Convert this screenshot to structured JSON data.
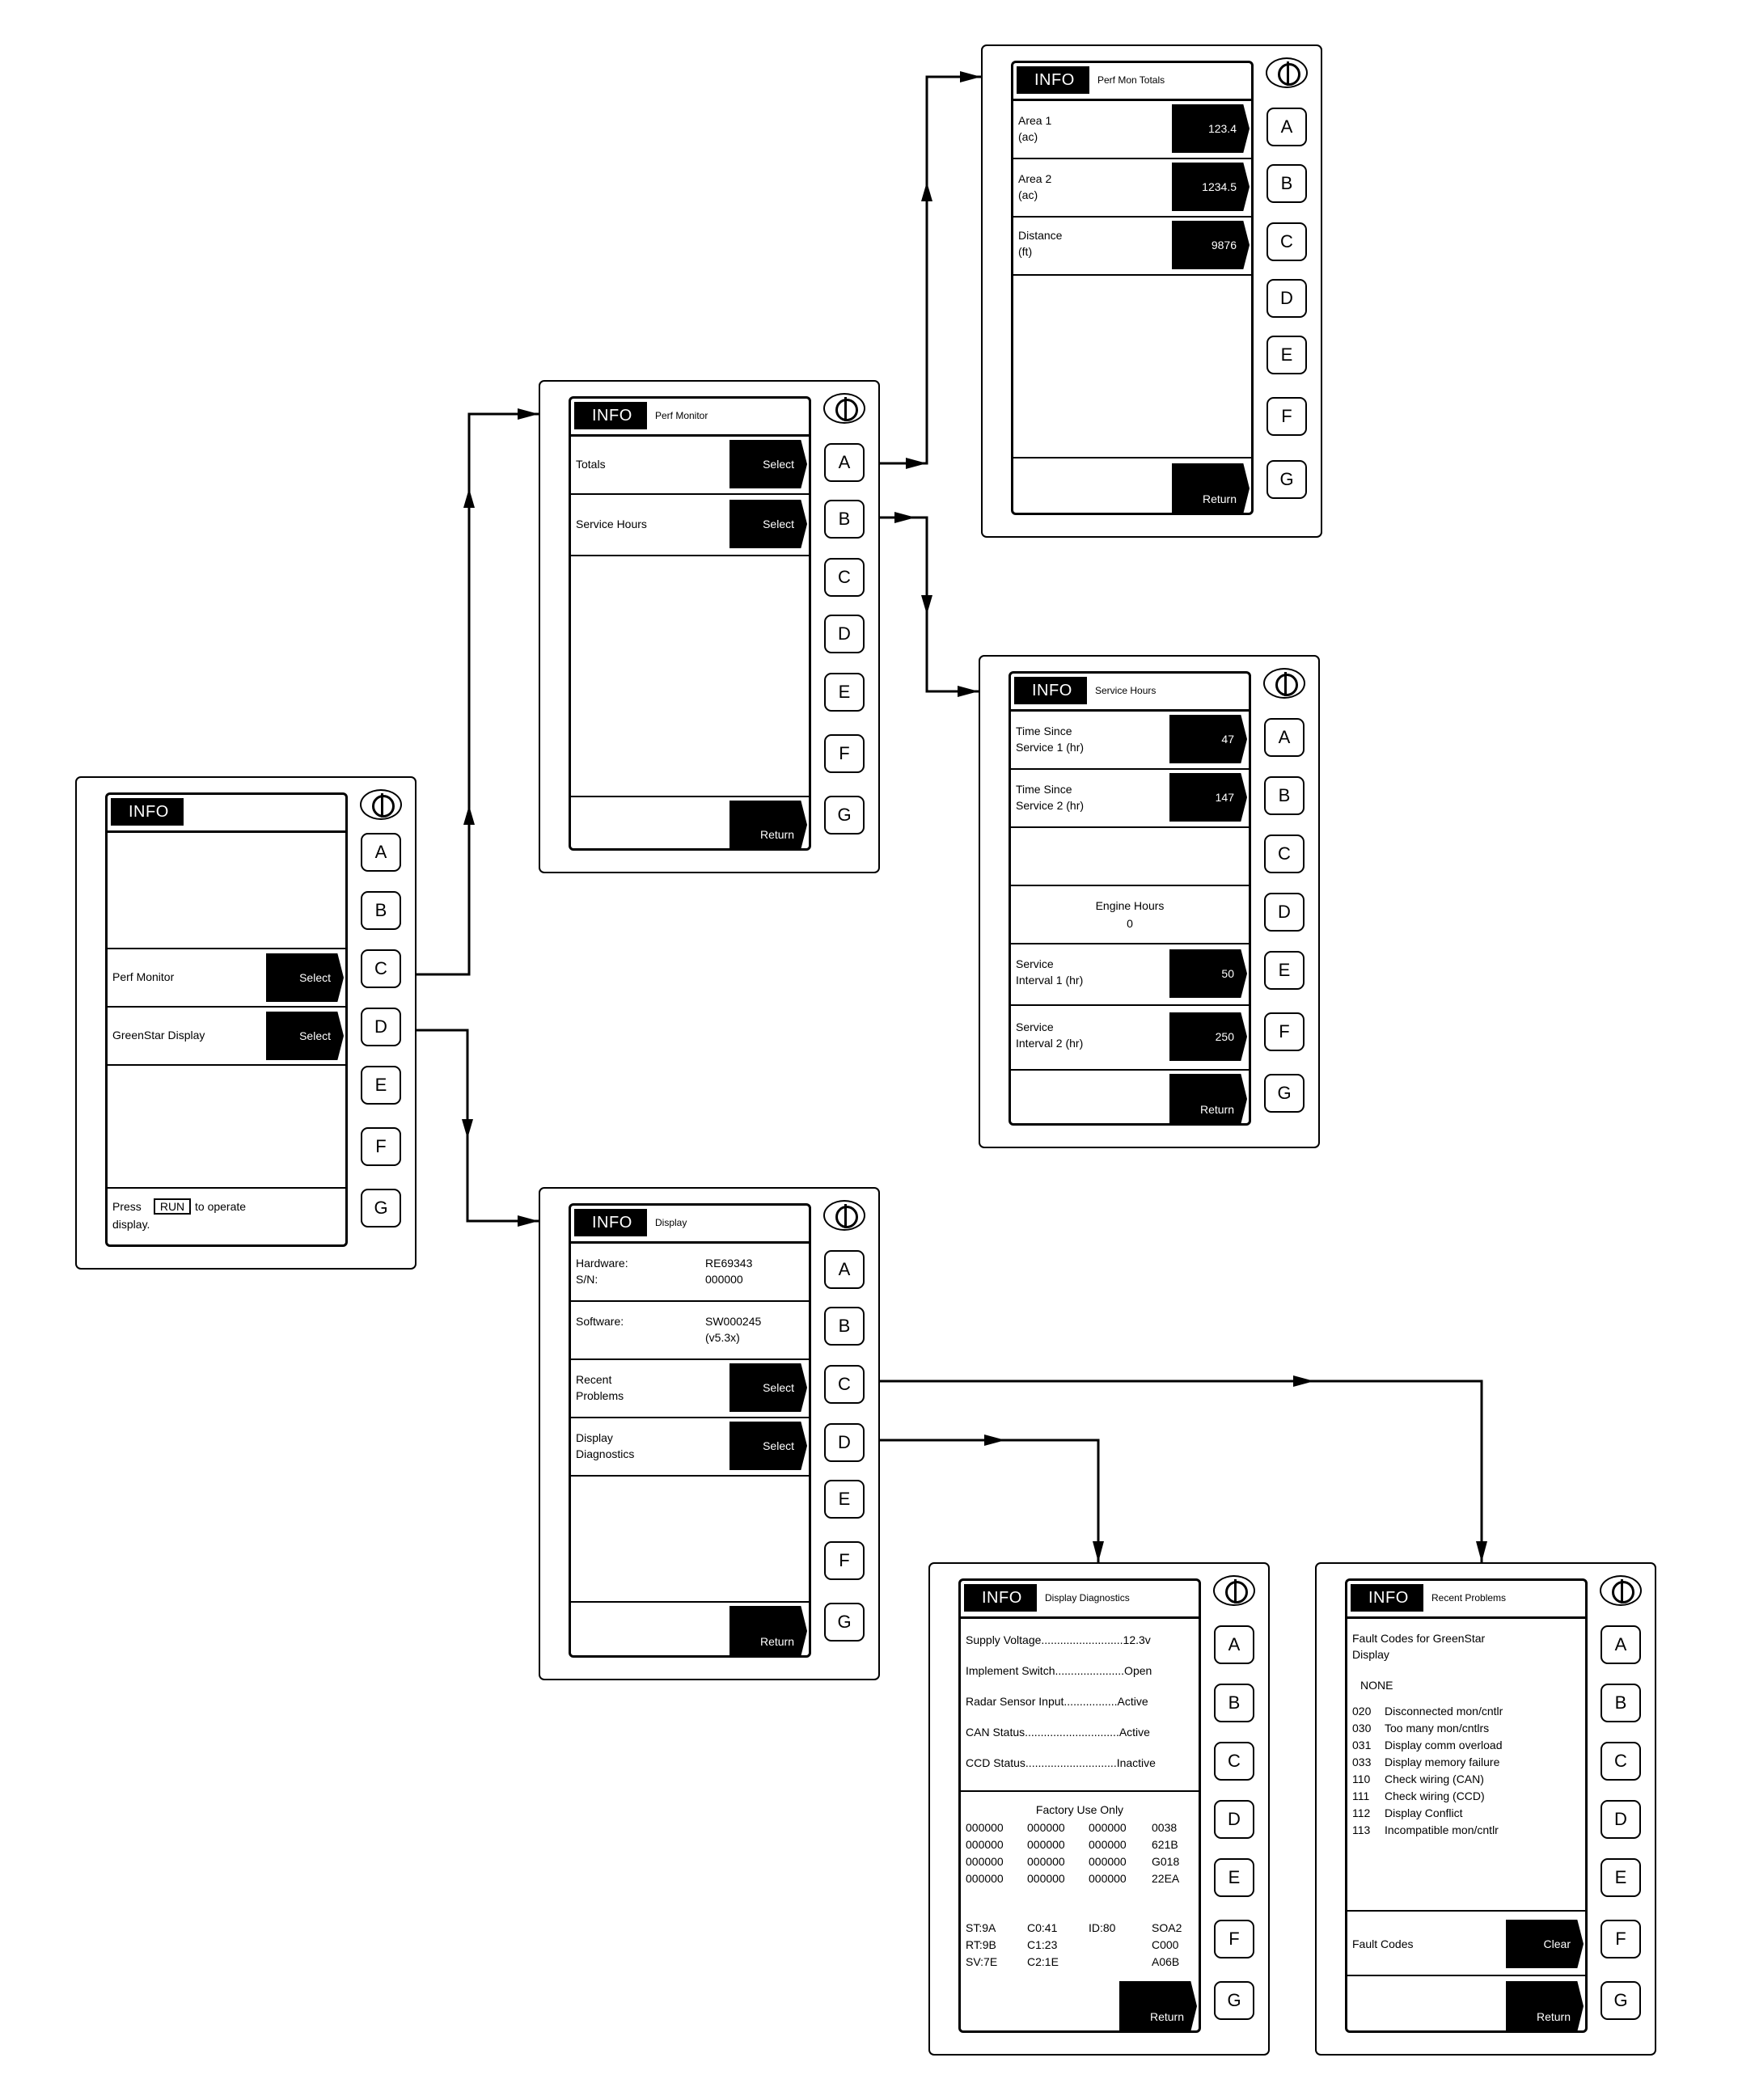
{
  "common": {
    "info_label": "INFO",
    "return_label": "Return",
    "select_label": "Select",
    "keys": [
      "A",
      "B",
      "C",
      "D",
      "E",
      "F",
      "G"
    ]
  },
  "main": {
    "rows": {
      "perf_monitor": "Perf Monitor",
      "greenstar_display": "GreenStar Display"
    },
    "footer_press": "Press",
    "footer_run_key": "RUN",
    "footer_rest": "to operate",
    "footer_line2": "display."
  },
  "perf_monitor": {
    "title": "Perf Monitor",
    "rows": {
      "totals": "Totals",
      "service_hours": "Service Hours"
    }
  },
  "perf_mon_totals": {
    "title": "Perf Mon Totals",
    "rows": [
      {
        "label": "Area 1\n(ac)",
        "value": "123.4"
      },
      {
        "label": "Area 2\n(ac)",
        "value": "1234.5"
      },
      {
        "label": "Distance\n(ft)",
        "value": "9876"
      }
    ]
  },
  "service_hours": {
    "title": "Service Hours",
    "time_since_1_label": "Time Since\nService 1 (hr)",
    "time_since_1_value": "47",
    "time_since_2_label": "Time Since\nService 2 (hr)",
    "time_since_2_value": "147",
    "engine_hours_label": "Engine Hours",
    "engine_hours_value": "0",
    "interval_1_label": "Service\nInterval 1 (hr)",
    "interval_1_value": "50",
    "interval_2_label": "Service\nInterval 2 (hr)",
    "interval_2_value": "250"
  },
  "display": {
    "title": "Display",
    "hardware_labels": "Hardware:\nS/N:",
    "hardware_values": "RE69343\n000000",
    "software_label": "Software:",
    "software_values": "SW000245\n(v5.3x)",
    "recent_problems": "Recent\nProblems",
    "display_diagnostics": "Display\nDiagnostics"
  },
  "display_diagnostics": {
    "title": "Display Diagnostics",
    "status_lines": [
      "Supply Voltage..........................12.3v",
      "Implement Switch......................Open",
      "Radar Sensor Input.................Active",
      "CAN Status..............................Active",
      "CCD Status.............................Inactive"
    ],
    "factory_label": "Factory Use Only",
    "factory_col1": "000000\n000000\n000000\n000000",
    "factory_col2": "000000\n000000\n000000\n000000",
    "factory_col3": "000000\n000000\n000000\n000000",
    "factory_col4": "0038\n621B\nG018\n22EA",
    "reg_col1": "ST:9A\nRT:9B\nSV:7E",
    "reg_col2": "C0:41\nC1:23\nC2:1E",
    "reg_col3": "ID:80",
    "reg_col4": "SOA2\nC000\nA06B"
  },
  "recent_problems": {
    "title": "Recent Problems",
    "heading": "Fault Codes for GreenStar\nDisplay",
    "none": "NONE",
    "codes": "020\n030\n031\n033\n110\n111\n112\n113",
    "descriptions": "Disconnected mon/cntlr\nToo many mon/cntlrs\nDisplay comm overload\nDisplay memory failure\nCheck wiring (CAN)\nCheck wiring (CCD)\nDisplay Conflict\nIncompatible mon/cntlr",
    "fault_codes_label": "Fault Codes",
    "clear_label": "Clear"
  }
}
